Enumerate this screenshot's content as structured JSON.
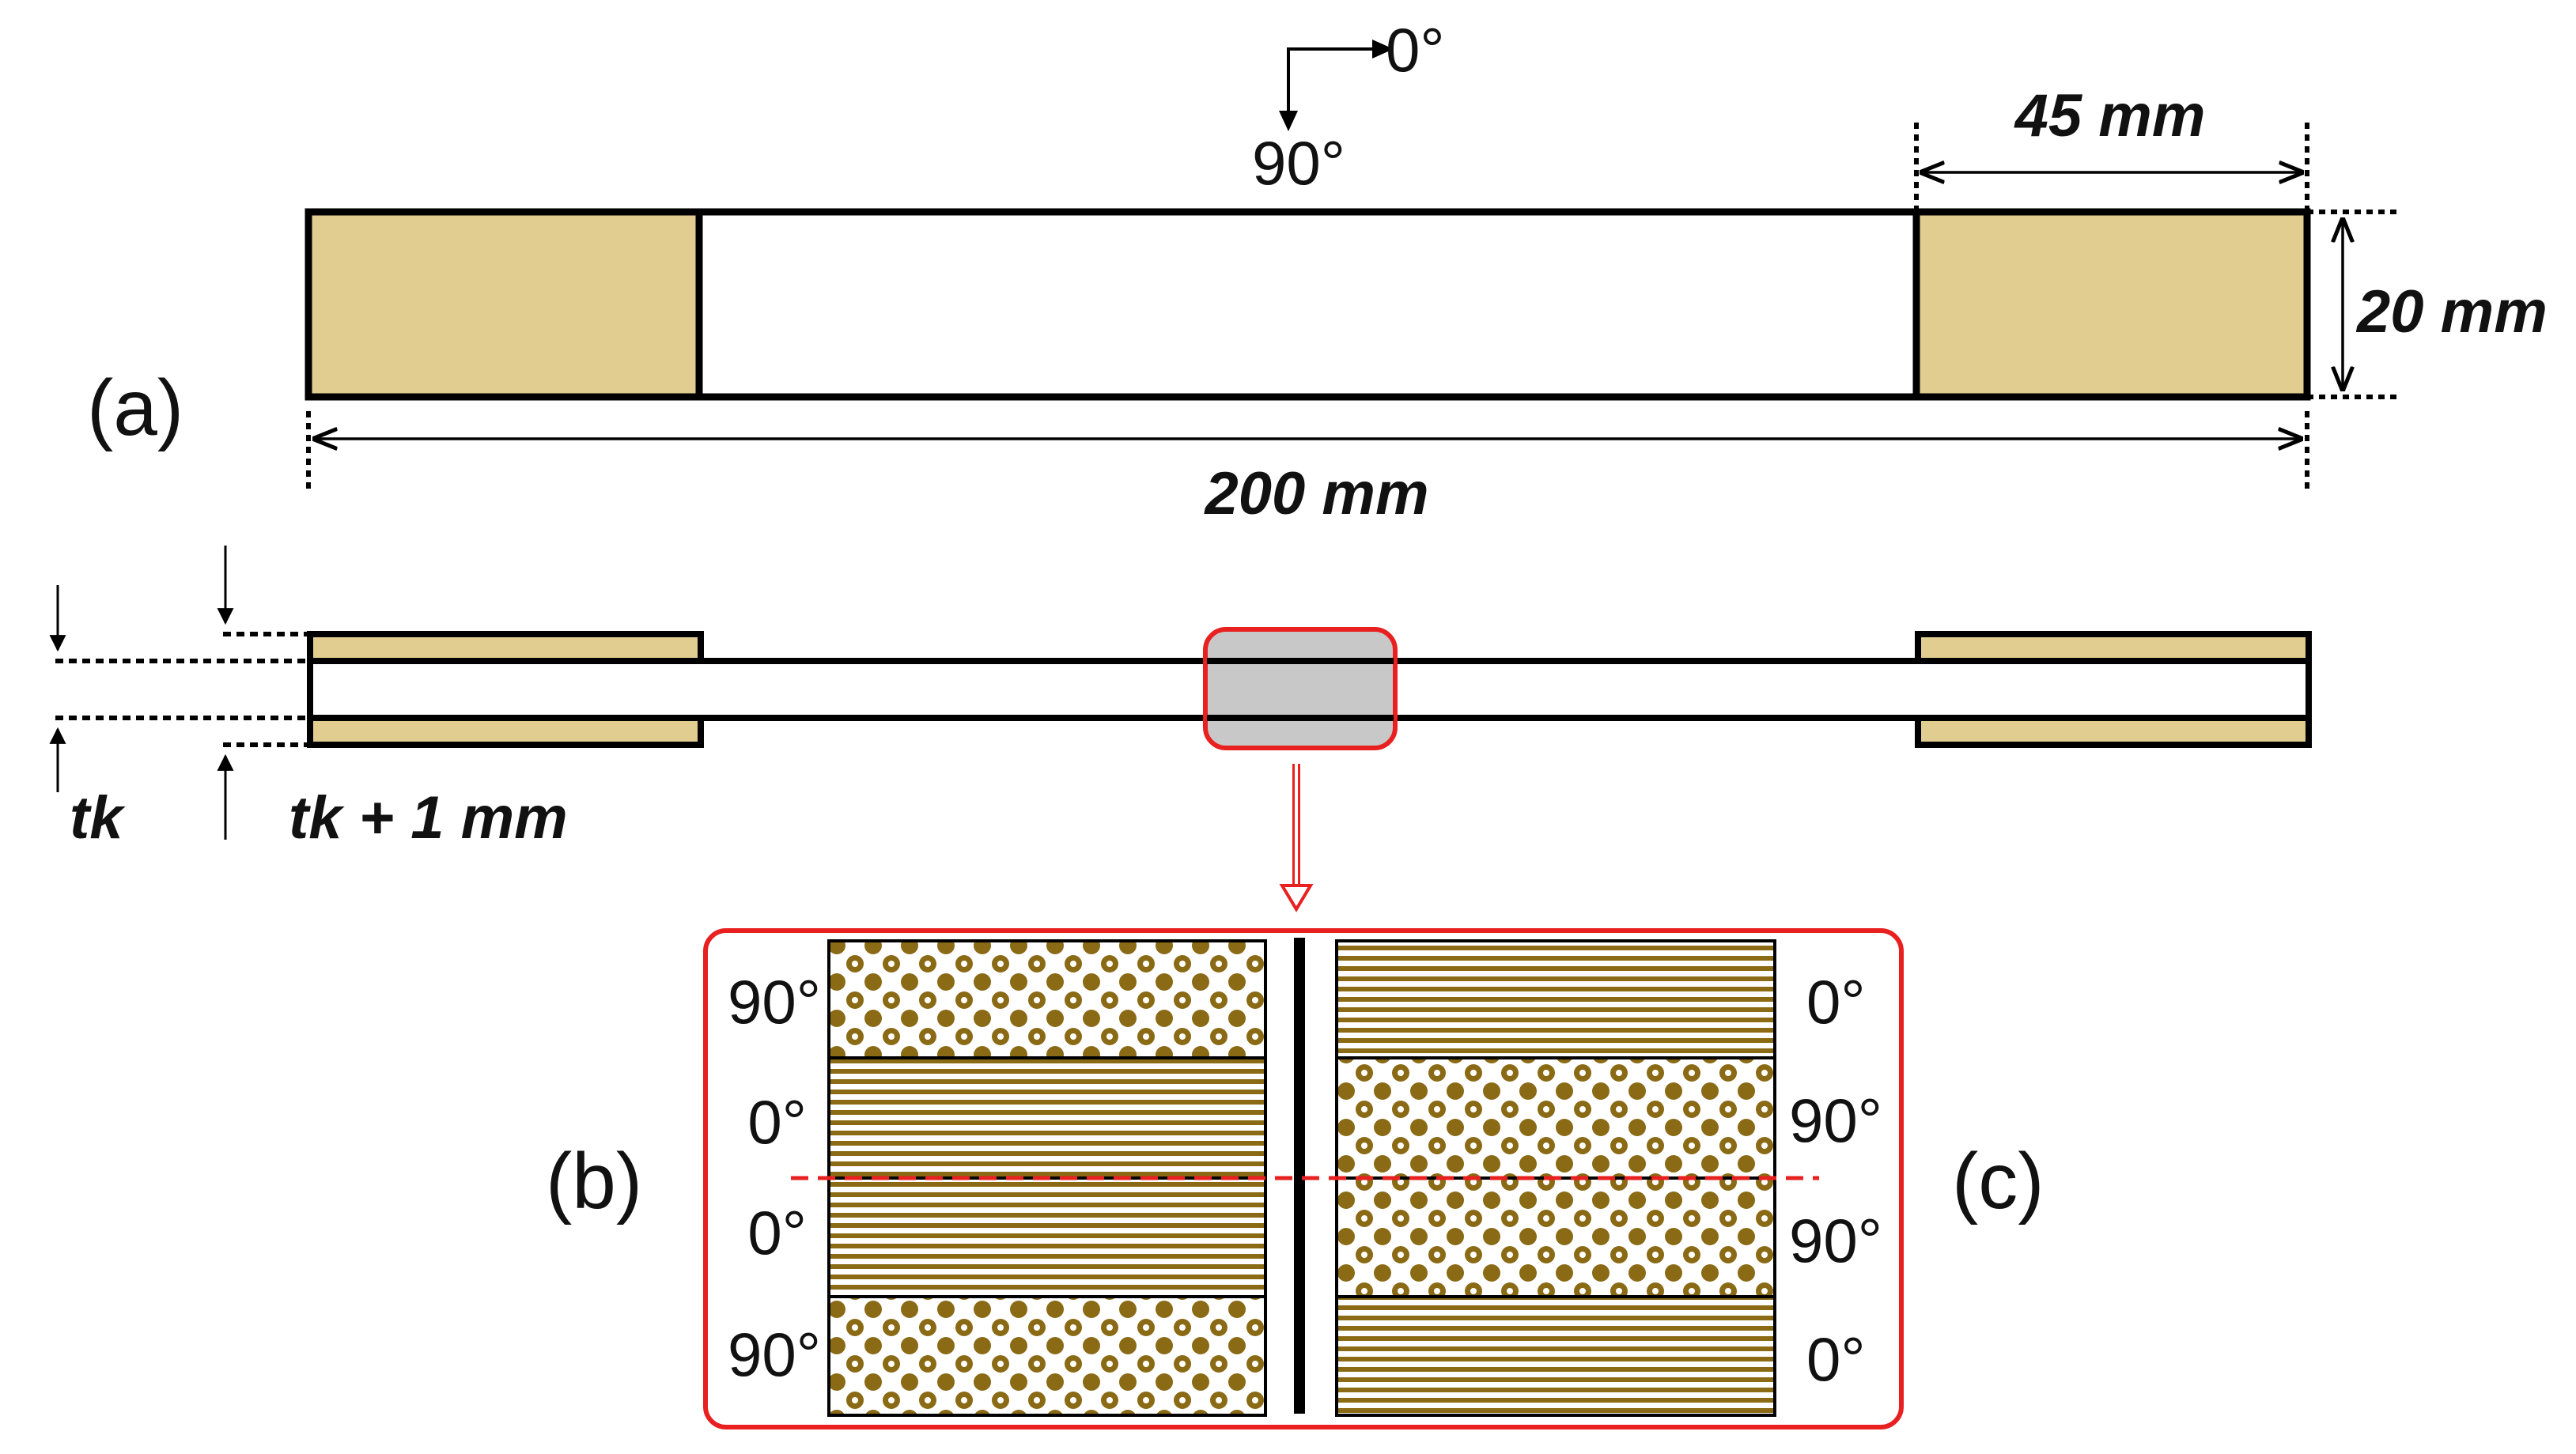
{
  "colors": {
    "tab_fill": "#e2cd90",
    "outline": "#000000",
    "highlight": "#e82020",
    "gauge_fill": "#c8c8c8",
    "ply_brown": "#8a6a14"
  },
  "panel_labels": {
    "a": "(a)",
    "b": "(b)",
    "c": "(c)"
  },
  "orientation": {
    "zero": "0°",
    "ninety": "90°"
  },
  "dimensions": {
    "tab_length": "45 mm",
    "width": "20 mm",
    "total_length": "200 mm",
    "thickness": "tk",
    "tab_thickness": "tk + 1 mm"
  },
  "layups": {
    "b": [
      "90°",
      "0°",
      "0°",
      "90°"
    ],
    "c": [
      "0°",
      "90°",
      "90°",
      "0°"
    ]
  }
}
